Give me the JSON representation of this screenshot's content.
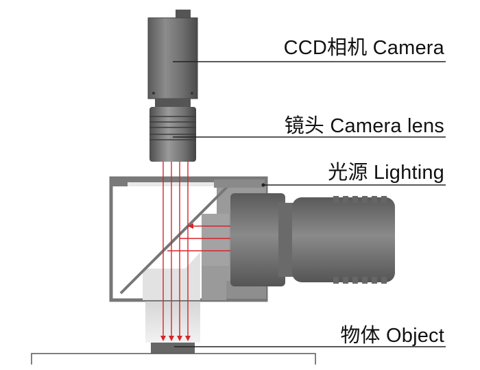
{
  "labels": {
    "camera": "CCD相机 Camera",
    "lens": "镜头 Camera lens",
    "lighting": "光源 Lighting",
    "object": "物体 Object"
  },
  "colors": {
    "camera_body": "#6f6f6f",
    "lens_body": "#767676",
    "light_housing": "#7a7a7a",
    "beam": "#d8232a",
    "leader_line": "#222222",
    "object_block": "#666666",
    "glow": "#e3e3e3"
  }
}
